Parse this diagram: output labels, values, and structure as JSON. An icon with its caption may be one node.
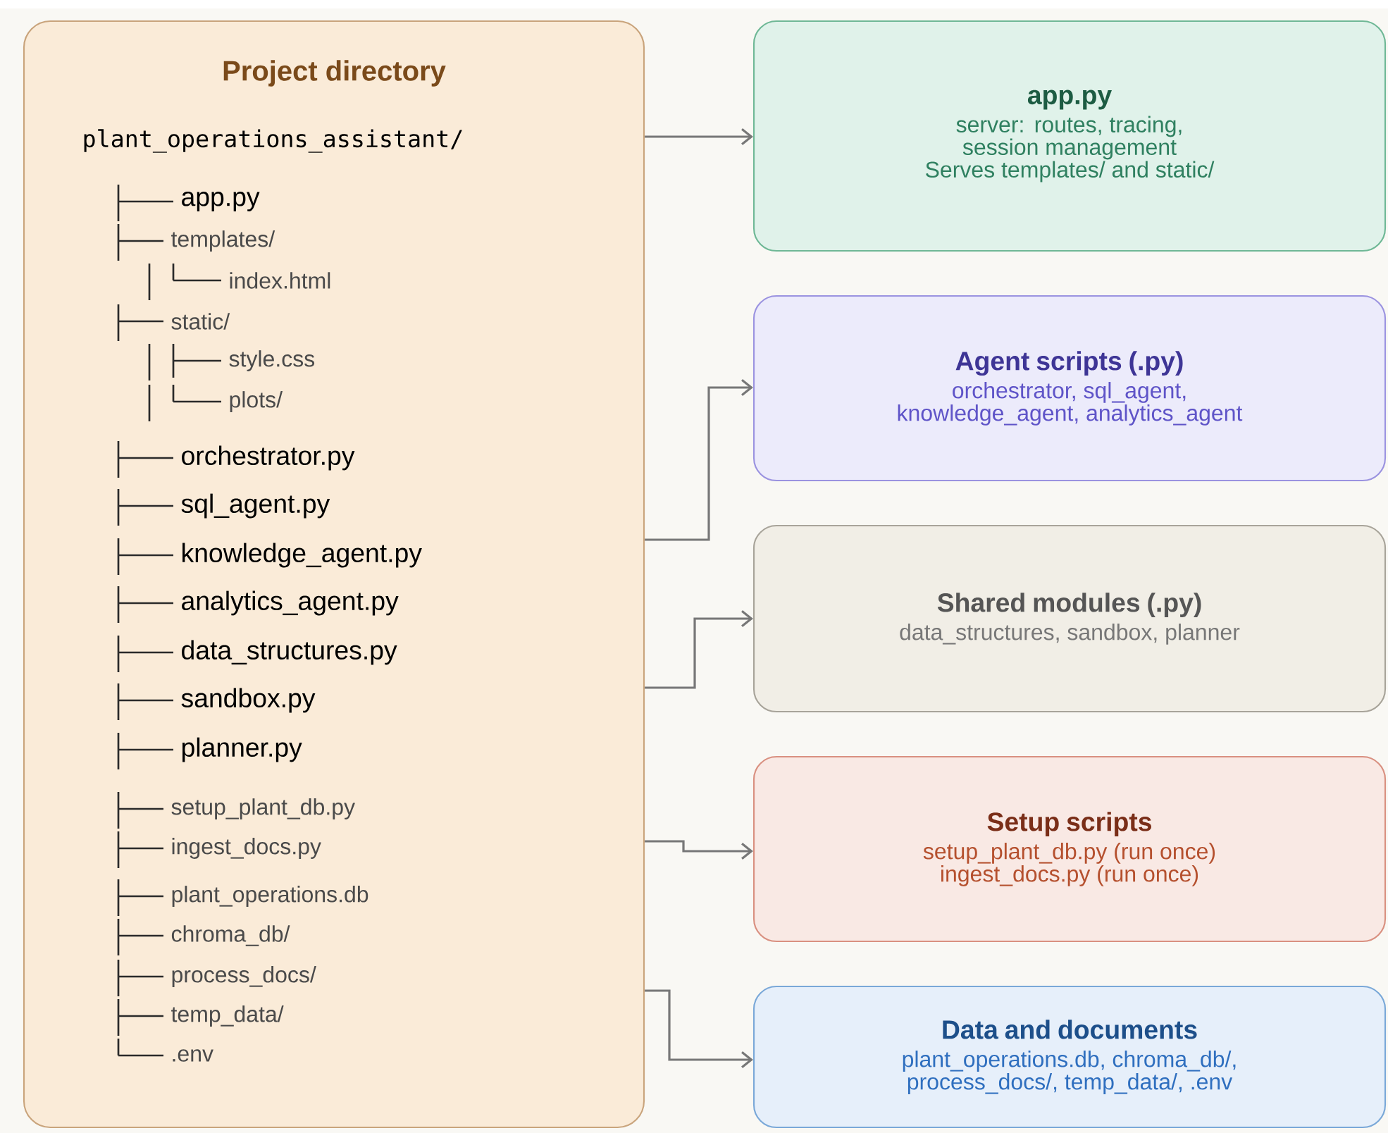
{
  "diagram": {
    "nodes": [
      {
        "text": [
          "Project directory",
          "plant_operations_assistant/",
          "app.py",
          "templates/",
          "index.html",
          "static/",
          "style.css",
          "plots/",
          "orchestrator.py",
          "sql_agent.py",
          "knowledge_agent.py",
          "analytics_agent.py",
          "data_structures.py",
          "sandbox.py",
          "planner.py",
          "setup_plant_db.py",
          "ingest_docs.py",
          "plant_operations.db",
          "chroma_db/",
          "process_docs/",
          "temp_data/",
          ".env"
        ]
      },
      {
        "text": [
          "app.py",
          "server: routes, tracing, session management",
          "Serves templates/ and static/"
        ]
      },
      {
        "text": [
          "Agent scripts (.py)",
          "orchestrator, sql_agent, knowledge_agent, analytics_agent"
        ]
      },
      {
        "text": [
          "Shared modules (.py)",
          "data_structures, sandbox, planner"
        ]
      },
      {
        "text": [
          "Setup scripts",
          "setup_plant_db.py (run once) ingest_docs.py (run once)"
        ]
      },
      {
        "text": [
          "Data and documents",
          "plant_operations.db, chroma_db/, process_docs/, temp_data/, .env"
        ]
      }
    ],
    "edges": [
      {
        "from": 0,
        "to": 1,
        "arrow": "to"
      },
      {
        "from": 0,
        "to": 2,
        "arrow": "to"
      },
      {
        "from": 0,
        "to": 3,
        "arrow": "to"
      },
      {
        "from": 0,
        "to": 4,
        "arrow": "to"
      },
      {
        "from": 0,
        "to": 5,
        "arrow": "to"
      }
    ]
  }
}
